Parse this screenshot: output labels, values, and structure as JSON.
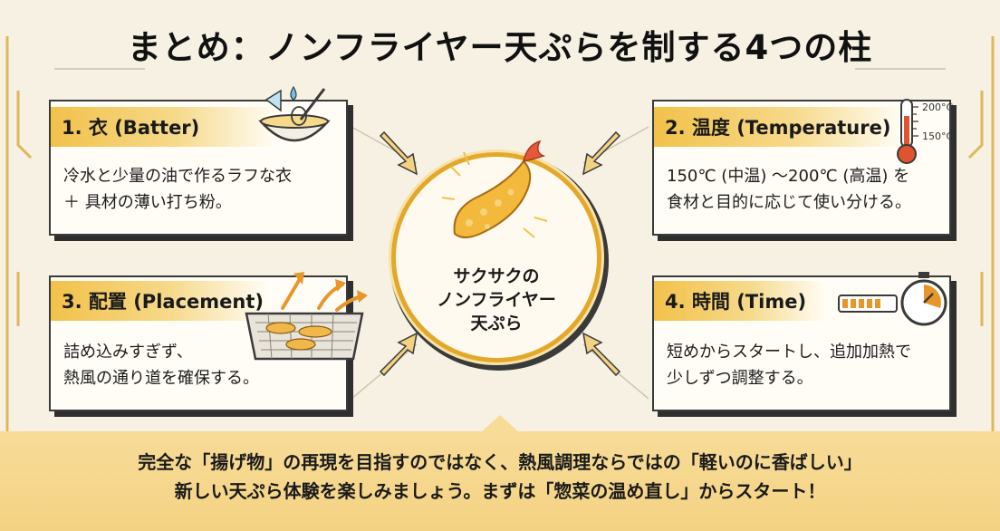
{
  "title": "まとめ：ノンフライヤー天ぷらを制する4つの柱",
  "center": {
    "line1": "サクサクの",
    "line2": "ノンフライヤー",
    "line3": "天ぷら"
  },
  "cards": [
    {
      "heading": "1. 衣 (Batter)",
      "line1": "冷水と少量の油で作るラフな衣",
      "line2": "＋ 具材の薄い打ち粉。"
    },
    {
      "heading": "2. 温度 (Temperature)",
      "line1": "150℃ (中温) 〜200℃ (高温) を",
      "line2": "食材と目的に応じて使い分ける。"
    },
    {
      "heading": "3. 配置 (Placement)",
      "line1": "詰め込みすぎず、",
      "line2": "熱風の通り道を確保する。"
    },
    {
      "heading": "4. 時間 (Time)",
      "line1": "短めからスタートし、追加加熱で",
      "line2": "少しずつ調整する。"
    }
  ],
  "thermometer": {
    "high": "200°C",
    "low": "150°C"
  },
  "footer": {
    "line1": "完全な「揚げ物」の再現を目指すのではなく、熱風調理ならではの「軽いのに香ばしい」",
    "line2": "新しい天ぷら体験を楽しみましょう。まずは「惣菜の温め直し」からスタート！"
  },
  "colors": {
    "accent": "#f2c14a",
    "accent_dark": "#e3a82a",
    "background": "#f6f1e3",
    "arrow": "#e8962a"
  },
  "icons": [
    "batter-bowl-icon",
    "thermometer-icon",
    "fryer-basket-icon",
    "timer-icon",
    "tempura-shrimp-icon"
  ]
}
